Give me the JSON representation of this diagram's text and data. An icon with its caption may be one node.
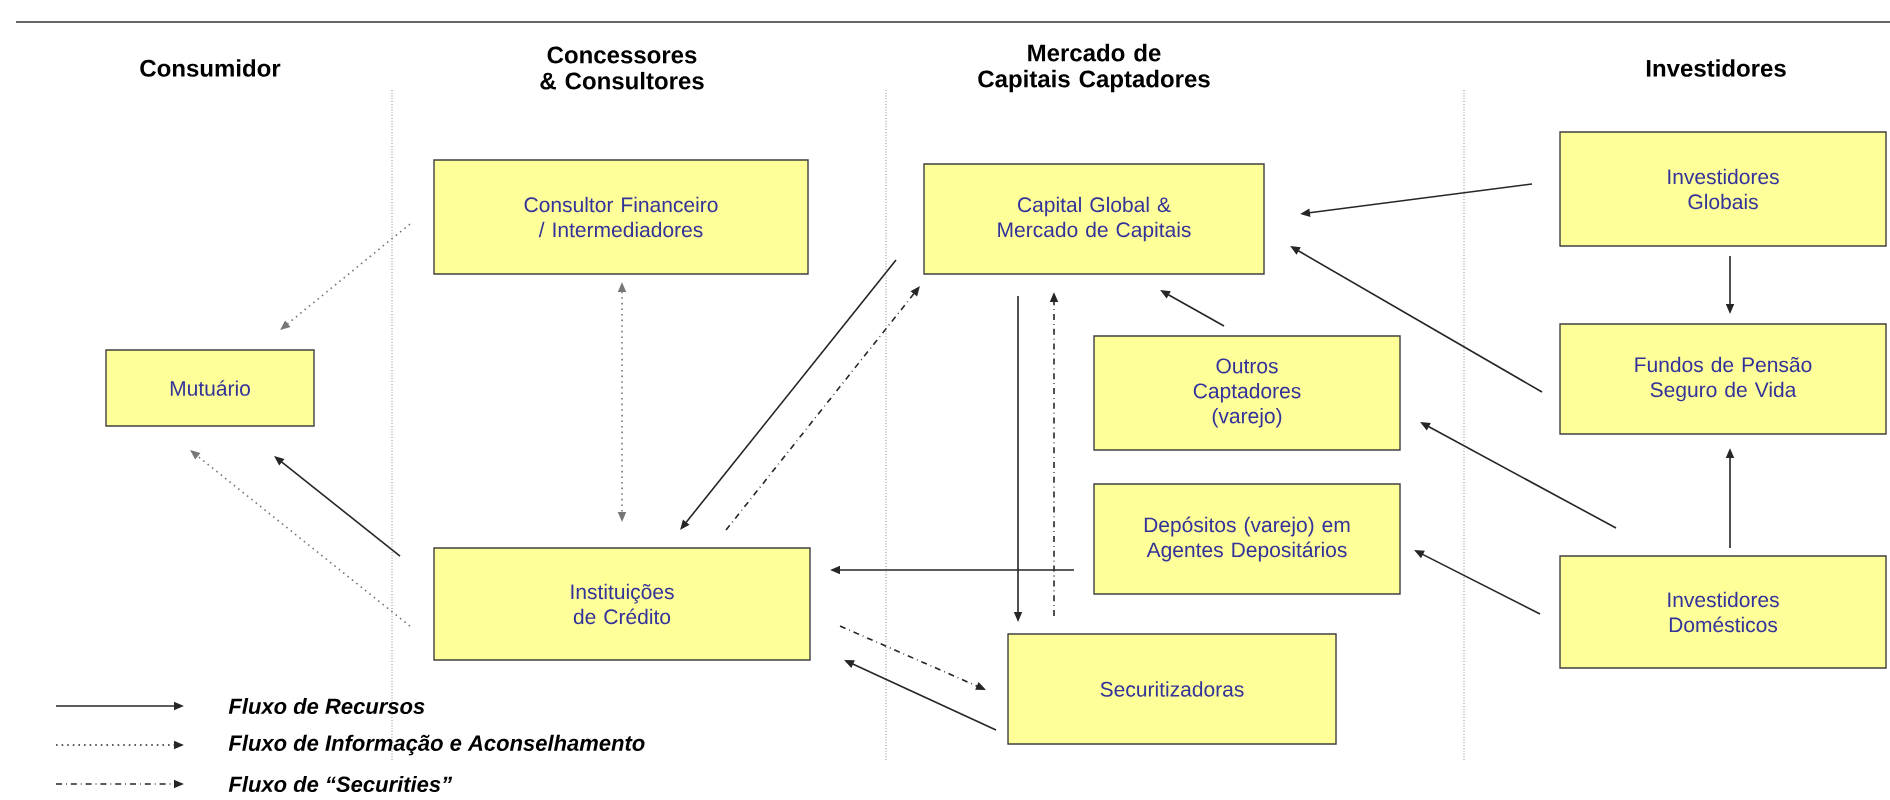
{
  "diagram": {
    "nodes": [
      {
        "text": [
          "Consultor Financeiro / Intermediadores"
        ]
      },
      {
        "text": [
          "Mutuário"
        ]
      },
      {
        "text": [
          "Capital Global & Mercado de Capitais"
        ]
      },
      {
        "text": [
          "Outros Captadores (varejo)"
        ]
      },
      {
        "text": [
          "Depósitos (varejo) em Agentes Depositários"
        ]
      },
      {
        "text": [
          "Investidores Globais"
        ]
      },
      {
        "text": [
          "Fundos de Pensão Seguro de Vida"
        ]
      },
      {
        "text": [
          "Instituições de Crédito"
        ]
      },
      {
        "text": [
          "Securitizadoras"
        ]
      },
      {
        "text": [
          "Investidores Domésticos"
        ]
      }
    ],
    "edges": [
      {
        "from": 0,
        "to": 1,
        "arrow": "to",
        "style": "dashed",
        "color": "#777777"
      },
      {
        "from": 0,
        "to": 7,
        "arrow": "both",
        "style": "dashed",
        "color": "#777777"
      },
      {
        "from": 7,
        "to": 1,
        "arrow": "to"
      },
      {
        "from": 7,
        "to": 1,
        "arrow": "to",
        "style": "dashed",
        "color": "#777777"
      },
      {
        "from": 2,
        "to": 7,
        "arrow": "to"
      },
      {
        "from": 7,
        "to": 2,
        "arrow": "to",
        "style": "dashed"
      },
      {
        "from": 4,
        "to": 7,
        "arrow": "to"
      },
      {
        "from": 2,
        "to": 8,
        "arrow": "to"
      },
      {
        "from": 8,
        "to": 2,
        "arrow": "to",
        "style": "dashed"
      },
      {
        "from": 7,
        "to": 8,
        "arrow": "to",
        "style": "dashed"
      },
      {
        "from": 8,
        "to": 7,
        "arrow": "to"
      },
      {
        "from": 3,
        "to": 2,
        "arrow": "to"
      },
      {
        "from": 5,
        "to": 2,
        "arrow": "to"
      },
      {
        "from": 6,
        "to": 2,
        "arrow": "to"
      },
      {
        "from": 5,
        "to": 6,
        "arrow": "to"
      },
      {
        "from": 9,
        "to": 6,
        "arrow": "to"
      },
      {
        "from": 9,
        "to": 3,
        "arrow": "to"
      },
      {
        "from": 9,
        "to": 4,
        "arrow": "to"
      }
    ],
    "labels": [
      "Consumidor",
      "Concessores & Consultores",
      "Mercado de Capitais Captadores",
      "Investidores"
    ],
    "legend": [
      {
        "text": "Fluxo de Recursos"
      },
      {
        "text": "Fluxo de Informação e Aconselhamento"
      },
      {
        "text": "Fluxo de “Securities”"
      }
    ]
  }
}
